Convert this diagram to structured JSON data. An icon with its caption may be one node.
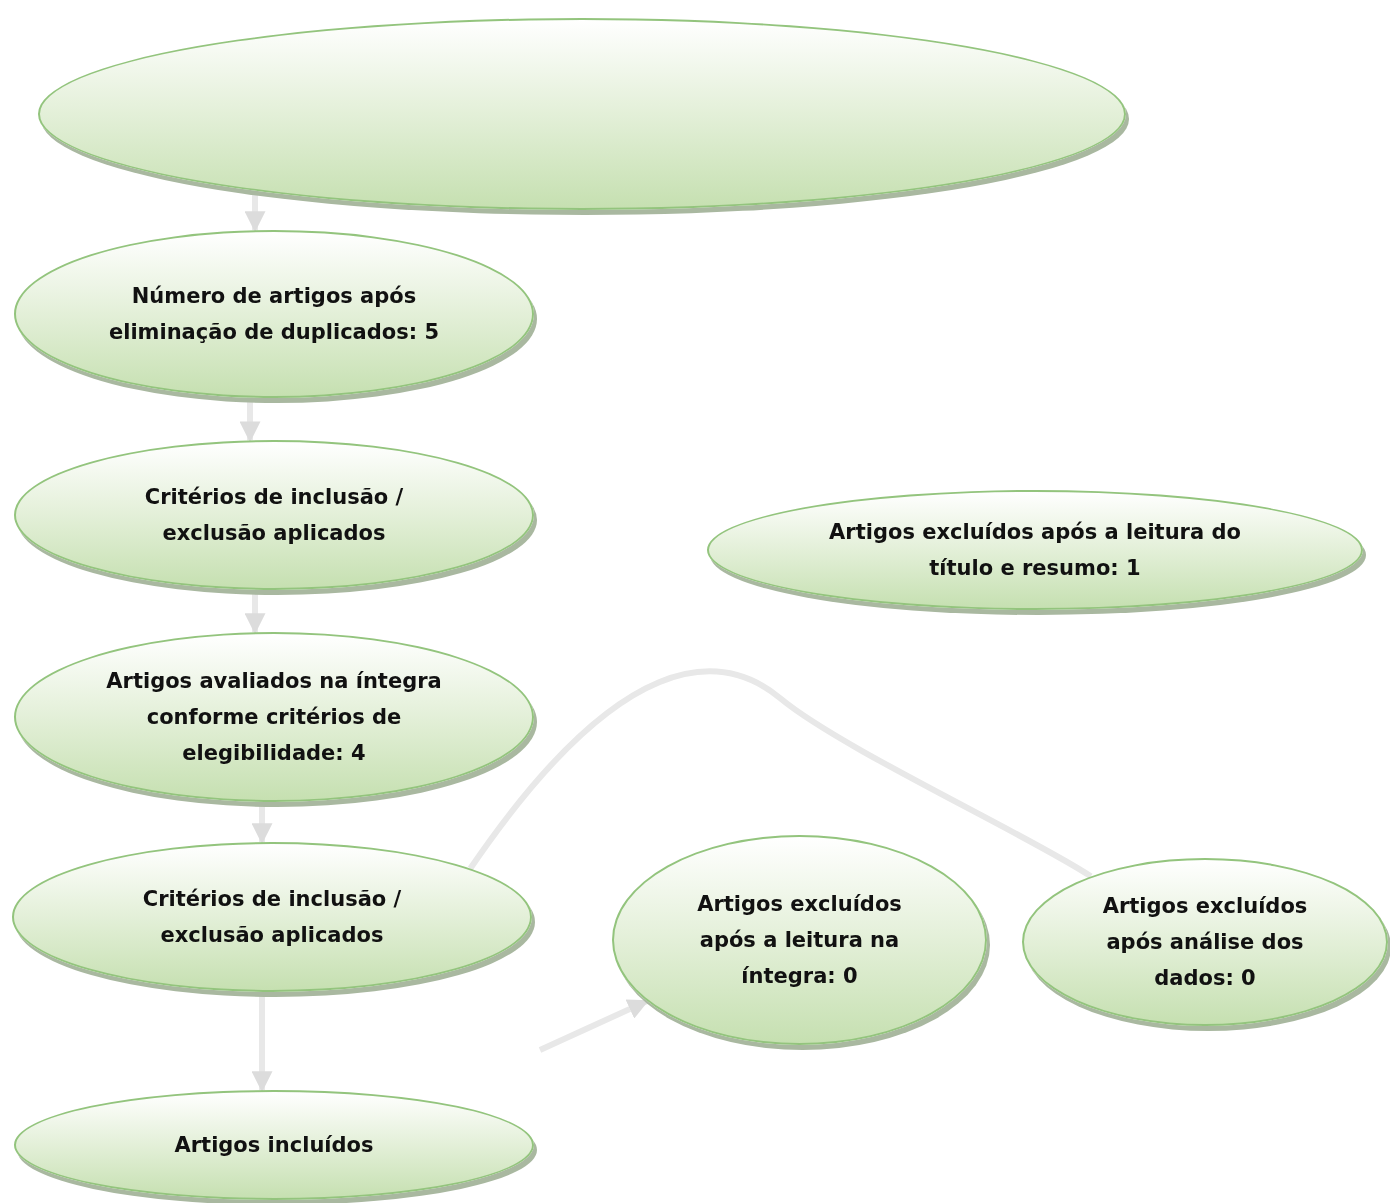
{
  "diagram": {
    "nodes": [
      {
        "text": [],
        "shape": "ellipse"
      },
      {
        "text": [
          "Número de artigos após eliminação de duplicados: 5"
        ]
      },
      {
        "text": [
          "Critérios de inclusão / exclusão aplicados"
        ]
      },
      {
        "text": [
          "Artigos excluídos após a leitura do título e resumo: 1"
        ]
      },
      {
        "text": [
          "Artigos avaliados na íntegra conforme critérios de elegibilidade: 4"
        ]
      },
      {
        "text": [
          "Critérios de inclusão / exclusão aplicados"
        ]
      },
      {
        "text": [
          "Artigos excluídos após a leitura na íntegra: 0"
        ]
      },
      {
        "text": [
          "Artigos excluídos após análise dos dados: 0"
        ]
      },
      {
        "text": [
          "Artigos incluídos"
        ]
      }
    ],
    "edges": [
      {
        "from": 0,
        "to": 1,
        "arrow": "to"
      },
      {
        "from": 1,
        "to": 2,
        "arrow": "to"
      },
      {
        "from": 2,
        "to": 4,
        "arrow": "to"
      },
      {
        "from": 4,
        "to": 5,
        "arrow": "to"
      },
      {
        "from": 5,
        "to": 8,
        "arrow": "to"
      },
      {
        "from": 5,
        "to": 7,
        "arrow": "none"
      },
      {
        "from": null,
        "to": 6,
        "arrow": "to"
      }
    ]
  }
}
